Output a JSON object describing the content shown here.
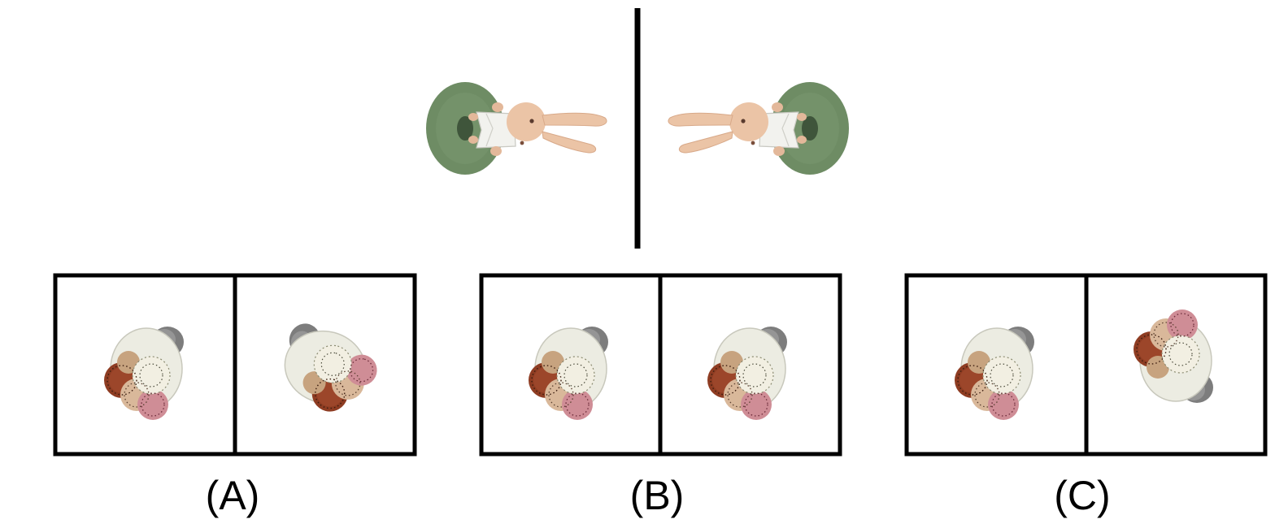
{
  "figure": {
    "reference": {
      "left_object": "bunny-on-green-mat-icon",
      "mirror_line": "vertical-mirror-line",
      "right_object": "mirrored-bunny-on-green-mat-icon"
    },
    "options": [
      {
        "label": "(A)",
        "left_object": "food-bowl-icon",
        "right_object": "food-bowl-rotated-icon"
      },
      {
        "label": "(B)",
        "left_object": "food-bowl-icon",
        "right_object": "food-bowl-icon"
      },
      {
        "label": "(C)",
        "left_object": "food-bowl-icon",
        "right_object": "food-bowl-flipped-icon"
      }
    ],
    "colors": {
      "mat": "#6e8c64",
      "bunny": "#e8c0a2",
      "frame": "#000000",
      "bowl": "#ecece2",
      "handle": "#7f7f7f"
    }
  }
}
